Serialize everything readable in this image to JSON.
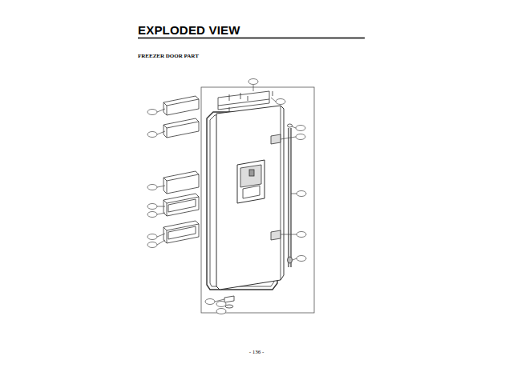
{
  "diagram": {
    "title": "EXPLODED VIEW",
    "labels": [
      "FREEZER DOOR PART",
      "- 136 -"
    ]
  }
}
